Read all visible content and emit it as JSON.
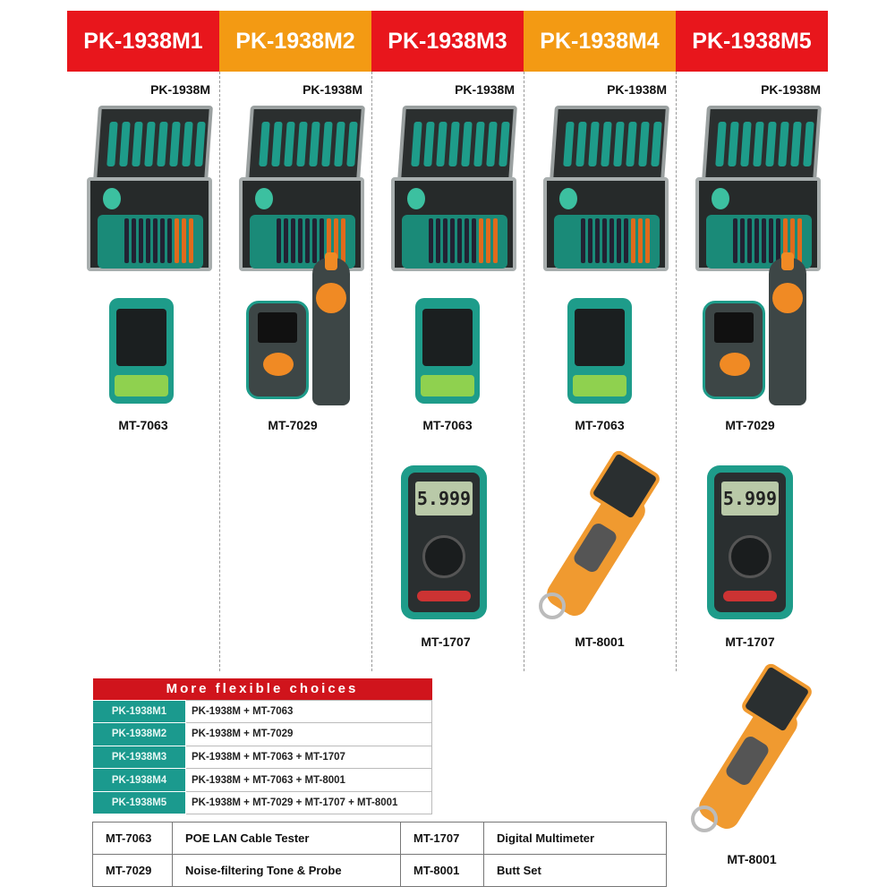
{
  "columns": [
    {
      "header": "PK-1938M1",
      "color": "#e8161c",
      "kit": "PK-1938M",
      "items": [
        "MT-7063"
      ]
    },
    {
      "header": "PK-1938M2",
      "color": "#f39a13",
      "kit": "PK-1938M",
      "items": [
        "MT-7029"
      ]
    },
    {
      "header": "PK-1938M3",
      "color": "#e8161c",
      "kit": "PK-1938M",
      "items": [
        "MT-7063",
        "MT-1707"
      ]
    },
    {
      "header": "PK-1938M4",
      "color": "#f39a13",
      "kit": "PK-1938M",
      "items": [
        "MT-7063",
        "MT-8001"
      ]
    },
    {
      "header": "PK-1938M5",
      "color": "#e8161c",
      "kit": "PK-1938M",
      "items": [
        "MT-7029",
        "MT-1707",
        "MT-8001"
      ]
    }
  ],
  "multimeter_display": "5.999",
  "choices": {
    "title": "More flexible choices",
    "rows": [
      {
        "model": "PK-1938M1",
        "contents": "PK-1938M + MT-7063"
      },
      {
        "model": "PK-1938M2",
        "contents": "PK-1938M + MT-7029"
      },
      {
        "model": "PK-1938M3",
        "contents": "PK-1938M + MT-7063 + MT-1707"
      },
      {
        "model": "PK-1938M4",
        "contents": "PK-1938M + MT-7063 + MT-8001"
      },
      {
        "model": "PK-1938M5",
        "contents": "PK-1938M + MT-7029 + MT-1707 + MT-8001"
      }
    ]
  },
  "legend": [
    [
      {
        "code": "MT-7063",
        "name": "POE LAN Cable Tester"
      },
      {
        "code": "MT-1707",
        "name": "Digital Multimeter"
      }
    ],
    [
      {
        "code": "MT-7029",
        "name": "Noise-filtering Tone & Probe"
      },
      {
        "code": "MT-8001",
        "name": "Butt Set"
      }
    ]
  ]
}
